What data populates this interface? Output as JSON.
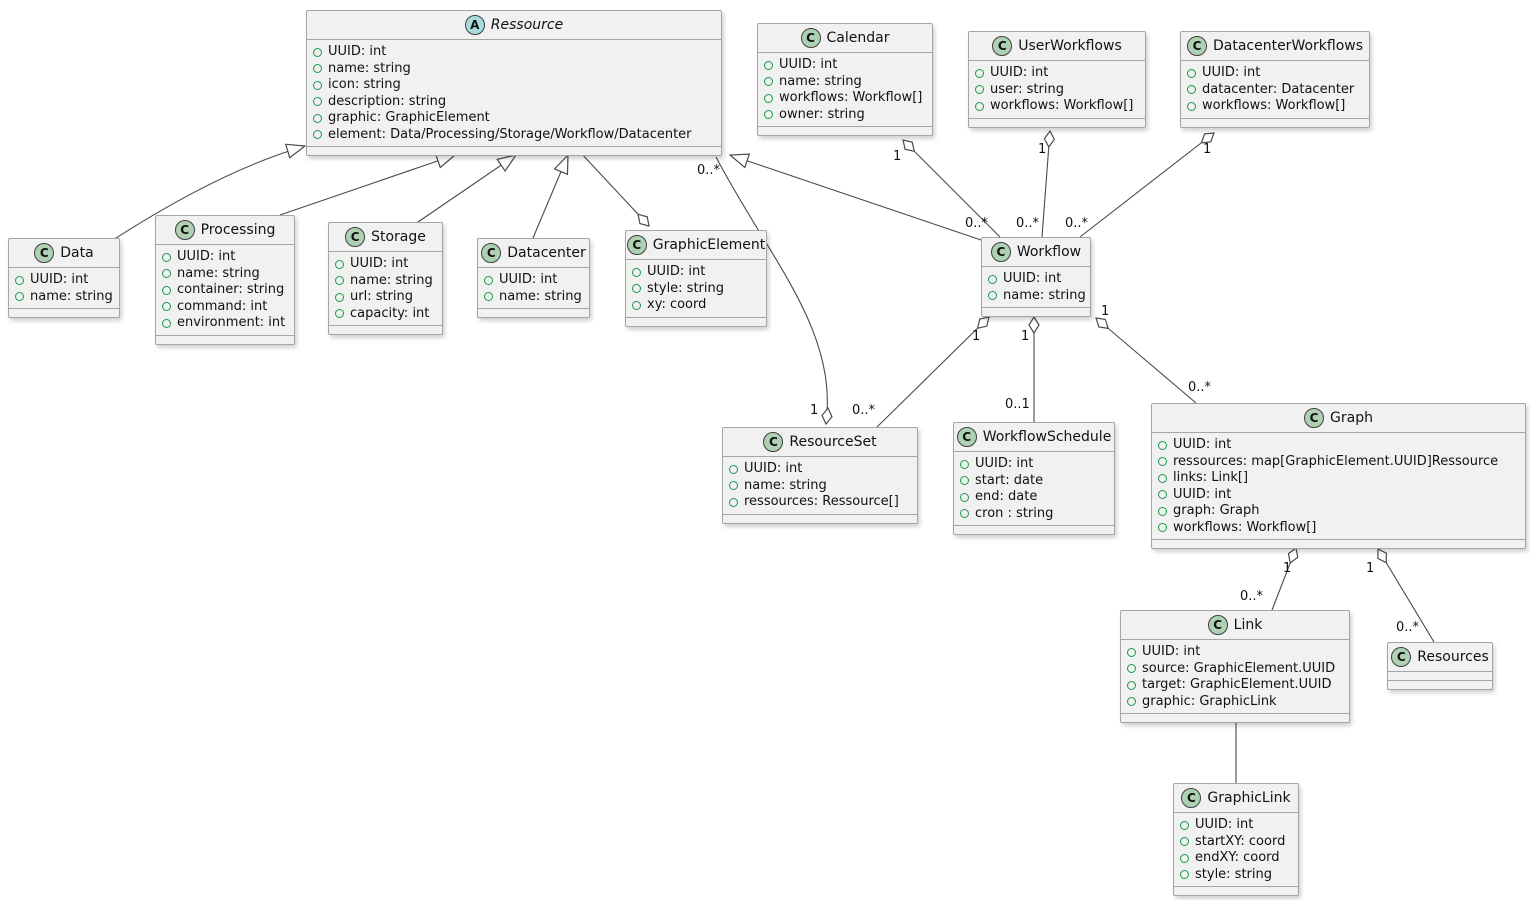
{
  "colors": {
    "background": "#FFFFFF",
    "box_background": "#F1F1F2",
    "box_border": "#A5A5A5",
    "line": "#4A4A4B",
    "class_icon_background": "#ADD1B2",
    "abstract_icon_background": "#A9DCDF",
    "field_bullet": "#199A49"
  },
  "diagram": {
    "classes": [
      {
        "id": "ressource",
        "kind": "abstract",
        "icon_letter": "A",
        "name": "Ressource",
        "attributes": [
          "UUID: int",
          "name: string",
          "icon: string",
          "description: string",
          "graphic: GraphicElement",
          "element: Data/Processing/Storage/Workflow/Datacenter"
        ]
      },
      {
        "id": "calendar",
        "kind": "class",
        "icon_letter": "C",
        "name": "Calendar",
        "attributes": [
          "UUID: int",
          "name: string",
          "workflows: Workflow[]",
          "owner: string"
        ]
      },
      {
        "id": "userworkflows",
        "kind": "class",
        "icon_letter": "C",
        "name": "UserWorkflows",
        "attributes": [
          "UUID: int",
          "user: string",
          "workflows: Workflow[]"
        ]
      },
      {
        "id": "datacenterworkflows",
        "kind": "class",
        "icon_letter": "C",
        "name": "DatacenterWorkflows",
        "attributes": [
          "UUID: int",
          "datacenter: Datacenter",
          "workflows: Workflow[]"
        ]
      },
      {
        "id": "data",
        "kind": "class",
        "icon_letter": "C",
        "name": "Data",
        "attributes": [
          "UUID: int",
          "name: string"
        ]
      },
      {
        "id": "processing",
        "kind": "class",
        "icon_letter": "C",
        "name": "Processing",
        "attributes": [
          "UUID: int",
          "name: string",
          "container: string",
          "command: int",
          "environment: int"
        ]
      },
      {
        "id": "storage",
        "kind": "class",
        "icon_letter": "C",
        "name": "Storage",
        "attributes": [
          "UUID: int",
          "name: string",
          "url: string",
          "capacity: int"
        ]
      },
      {
        "id": "datacenter",
        "kind": "class",
        "icon_letter": "C",
        "name": "Datacenter",
        "attributes": [
          "UUID: int",
          "name: string"
        ]
      },
      {
        "id": "graphicelement",
        "kind": "class",
        "icon_letter": "C",
        "name": "GraphicElement",
        "attributes": [
          "UUID: int",
          "style: string",
          "xy: coord"
        ]
      },
      {
        "id": "workflow",
        "kind": "class",
        "icon_letter": "C",
        "name": "Workflow",
        "attributes": [
          "UUID: int",
          "name: string"
        ]
      },
      {
        "id": "resourceset",
        "kind": "class",
        "icon_letter": "C",
        "name": "ResourceSet",
        "attributes": [
          "UUID: int",
          "name: string",
          "ressources: Ressource[]"
        ]
      },
      {
        "id": "workflowschedule",
        "kind": "class",
        "icon_letter": "C",
        "name": "WorkflowSchedule",
        "attributes": [
          "UUID: int",
          "start: date",
          "end: date",
          "cron : string"
        ]
      },
      {
        "id": "graph",
        "kind": "class",
        "icon_letter": "C",
        "name": "Graph",
        "attributes": [
          "UUID: int",
          "ressources: map[GraphicElement.UUID]Ressource",
          "links: Link[]",
          "UUID: int",
          "graph: Graph",
          "workflows: Workflow[]"
        ]
      },
      {
        "id": "link",
        "kind": "class",
        "icon_letter": "C",
        "name": "Link",
        "attributes": [
          "UUID: int",
          "source: GraphicElement.UUID",
          "target: GraphicElement.UUID",
          "graphic: GraphicLink"
        ]
      },
      {
        "id": "resources",
        "kind": "class",
        "icon_letter": "C",
        "name": "Resources",
        "attributes": []
      },
      {
        "id": "graphiclink",
        "kind": "class",
        "icon_letter": "C",
        "name": "GraphicLink",
        "attributes": [
          "UUID: int",
          "startXY: coord",
          "endXY: coord",
          "style: string"
        ]
      }
    ],
    "edges": [
      {
        "id": "data-ressource",
        "from": "Data",
        "to": "Ressource",
        "type": "generalization"
      },
      {
        "id": "processing-ressource",
        "from": "Processing",
        "to": "Ressource",
        "type": "generalization"
      },
      {
        "id": "storage-ressource",
        "from": "Storage",
        "to": "Ressource",
        "type": "generalization"
      },
      {
        "id": "datacenter-ressource",
        "from": "Datacenter",
        "to": "Ressource",
        "type": "generalization"
      },
      {
        "id": "workflow-ressource",
        "from": "Workflow",
        "to": "Ressource",
        "type": "generalization"
      },
      {
        "id": "ressource-graphicelement",
        "from": "Ressource",
        "to": "GraphicElement",
        "type": "aggregation",
        "diamond_at": "GraphicElement"
      },
      {
        "id": "resourceset-ressource",
        "from": "ResourceSet",
        "to": "Ressource",
        "type": "aggregation",
        "diamond_at": "ResourceSet",
        "source_label": "1",
        "target_label": "0..*"
      },
      {
        "id": "calendar-workflow",
        "from": "Calendar",
        "to": "Workflow",
        "type": "aggregation",
        "diamond_at": "Calendar",
        "source_label": "1",
        "target_label": "0..*"
      },
      {
        "id": "userworkflows-workflow",
        "from": "UserWorkflows",
        "to": "Workflow",
        "type": "aggregation",
        "diamond_at": "UserWorkflows",
        "source_label": "1",
        "target_label": "0..*"
      },
      {
        "id": "datacenterworkflows-workflow",
        "from": "DatacenterWorkflows",
        "to": "Workflow",
        "type": "aggregation",
        "diamond_at": "DatacenterWorkflows",
        "source_label": "1",
        "target_label": "0..*"
      },
      {
        "id": "workflow-resourceset",
        "from": "Workflow",
        "to": "ResourceSet",
        "type": "aggregation",
        "diamond_at": "Workflow",
        "source_label": "1",
        "target_label": "0..*"
      },
      {
        "id": "workflow-workflowschedule",
        "from": "Workflow",
        "to": "WorkflowSchedule",
        "type": "aggregation",
        "diamond_at": "Workflow",
        "source_label": "1",
        "target_label": "0..1"
      },
      {
        "id": "workflow-graph",
        "from": "Workflow",
        "to": "Graph",
        "type": "aggregation",
        "diamond_at": "Workflow",
        "source_label": "1",
        "target_label": "0..*"
      },
      {
        "id": "graph-link",
        "from": "Graph",
        "to": "Link",
        "type": "aggregation",
        "diamond_at": "Graph",
        "source_label": "1",
        "target_label": "0..*"
      },
      {
        "id": "graph-resources",
        "from": "Graph",
        "to": "Resources",
        "type": "aggregation",
        "diamond_at": "Graph",
        "source_label": "1",
        "target_label": "0..*"
      },
      {
        "id": "link-graphiclink",
        "from": "Link",
        "to": "GraphicLink",
        "type": "association"
      }
    ]
  }
}
